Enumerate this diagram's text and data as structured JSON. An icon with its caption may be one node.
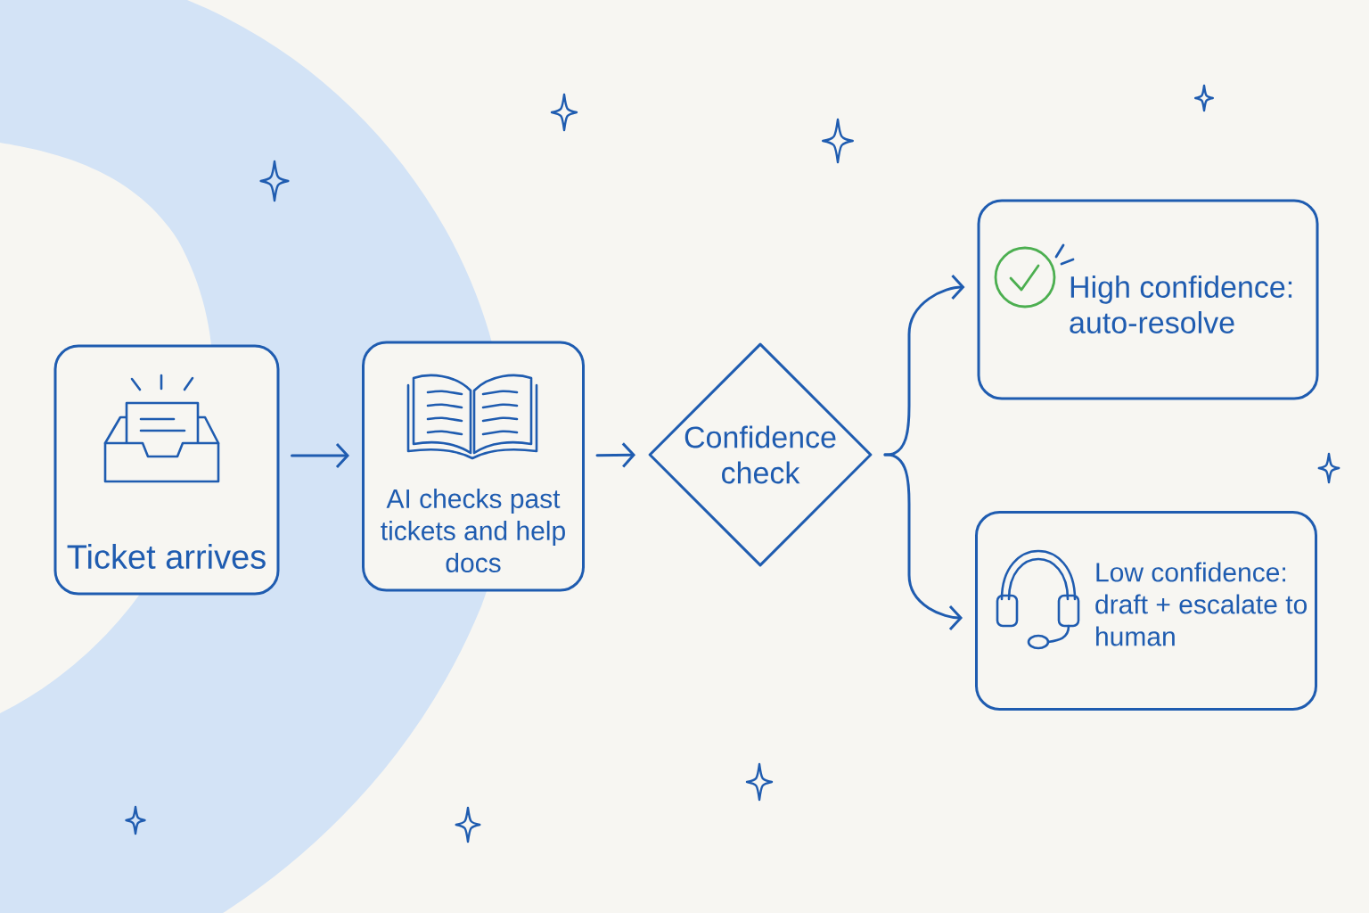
{
  "diagram": {
    "nodes": [
      {
        "text": [
          "Ticket arrives"
        ]
      },
      {
        "text": [
          "AI checks past tickets and help docs"
        ]
      },
      {
        "text": [
          "Confidence check"
        ]
      },
      {
        "text": [
          "High confidence: auto-resolve"
        ]
      },
      {
        "text": [
          "Low confidence: draft + escalate to human"
        ]
      }
    ],
    "edges": [
      {
        "from": 0,
        "to": 1,
        "arrow": "to"
      },
      {
        "from": 1,
        "to": 2,
        "arrow": "to"
      },
      {
        "from": 2,
        "to": 3,
        "arrow": "to"
      },
      {
        "from": 2,
        "to": 4,
        "arrow": "to"
      }
    ]
  }
}
